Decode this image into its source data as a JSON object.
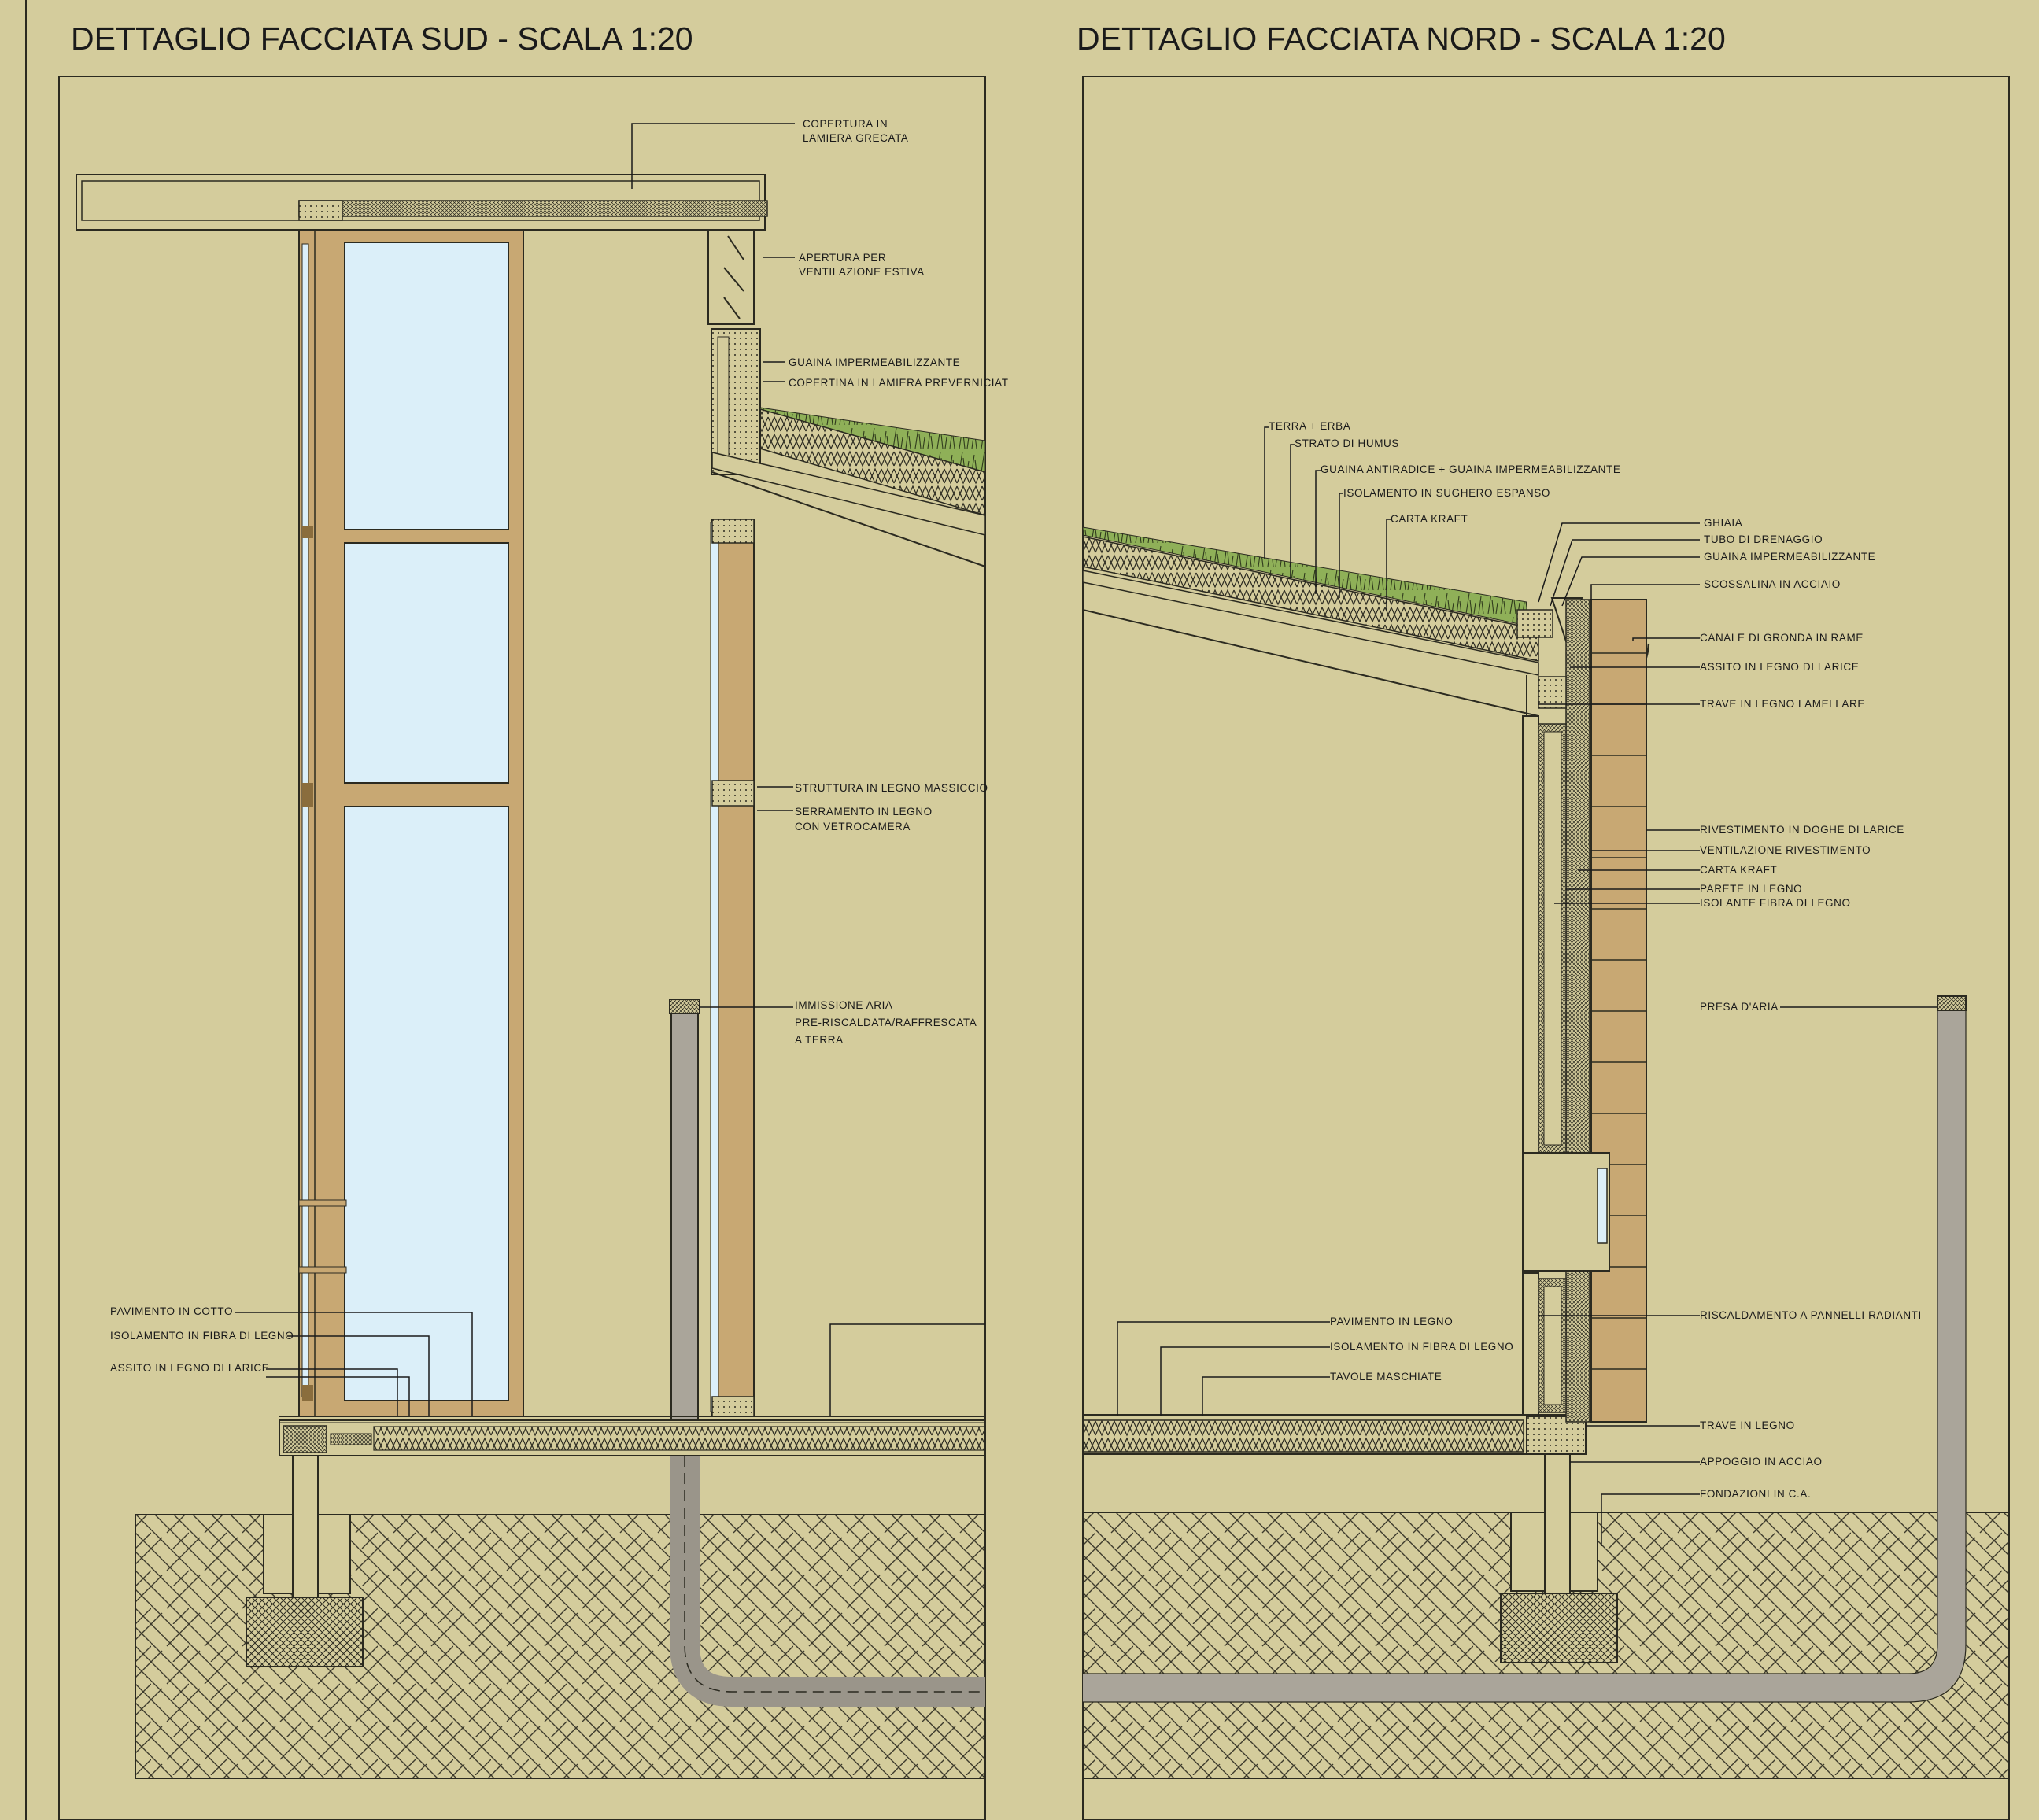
{
  "titles": {
    "sud": "DETTAGLIO FACCIATA SUD - SCALA 1:20",
    "nord": "DETTAGLIO FACCIATA NORD - SCALA 1:20"
  },
  "sud": {
    "copertura_1": "COPERTURA IN",
    "copertura_2": "LAMIERA GRECATA",
    "apertura_1": "APERTURA PER",
    "apertura_2": "VENTILAZIONE ESTIVA",
    "guaina": "GUAINA IMPERMEABILIZZANTE",
    "copertina": "COPERTINA IN LAMIERA PREVERNICIAT",
    "struttura": "STRUTTURA IN LEGNO MASSICCIO",
    "serramento_1": "SERRAMENTO IN LEGNO",
    "serramento_2": "CON VETROCAMERA",
    "immissione_1": "IMMISSIONE ARIA",
    "immissione_2": "PRE-RISCALDATA/RAFFRESCATA",
    "immissione_3": "A TERRA",
    "pavimento": "PAVIMENTO IN COTTO",
    "isolamento": "ISOLAMENTO IN FIBRA DI LEGNO",
    "assito": "ASSITO IN LEGNO DI LARICE"
  },
  "nord": {
    "terra": "TERRA + ERBA",
    "strato": "STRATO DI HUMUS",
    "guaina_antiradice": "GUAINA ANTIRADICE + GUAINA IMPERMEABILIZZANTE",
    "isolamento_sughero": "ISOLAMENTO IN SUGHERO ESPANSO",
    "carta_kraft_roof": "CARTA KRAFT",
    "ghiaia": "GHIAIA",
    "tubo": "TUBO DI DRENAGGIO",
    "guaina": "GUAINA IMPERMEABILIZZANTE",
    "scossalina": "SCOSSALINA IN ACCIAIO",
    "canale": "CANALE DI GRONDA IN RAME",
    "assito": "ASSITO IN LEGNO DI LARICE",
    "trave_lamellare": "TRAVE IN LEGNO LAMELLARE",
    "rivestimento": "RIVESTIMENTO IN DOGHE DI LARICE",
    "ventilazione": "VENTILAZIONE RIVESTIMENTO",
    "carta_kraft": "CARTA KRAFT",
    "parete": "PARETE IN LEGNO",
    "isolante": "ISOLANTE FIBRA DI LEGNO",
    "presa": "PRESA D'ARIA",
    "pavimento": "PAVIMENTO IN LEGNO",
    "isolamento": "ISOLAMENTO IN FIBRA DI LEGNO",
    "tavole": "TAVOLE MASCHIATE",
    "riscaldamento": "RISCALDAMENTO A PANNELLI RADIANTI",
    "trave": "TRAVE IN LEGNO",
    "appoggio": "APPOGGIO IN ACCIAO",
    "fondazioni": "FONDAZIONI IN C.A."
  },
  "colors": {
    "background": "#d4cc9c",
    "wood": "#c8a873",
    "glass": "#dbeff9",
    "grass": "#8fb058",
    "pipe": "#aaa59a"
  }
}
